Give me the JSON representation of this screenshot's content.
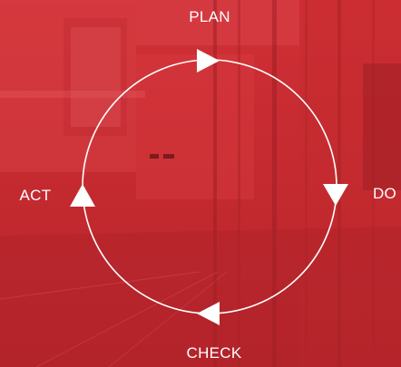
{
  "cycle": {
    "steps": [
      {
        "id": "plan",
        "label": "PLAN"
      },
      {
        "id": "do",
        "label": "DO"
      },
      {
        "id": "check",
        "label": "CHECK"
      },
      {
        "id": "act",
        "label": "ACT"
      }
    ]
  },
  "colors": {
    "overlay": "#d7373d",
    "foreground": "#ffffff"
  }
}
